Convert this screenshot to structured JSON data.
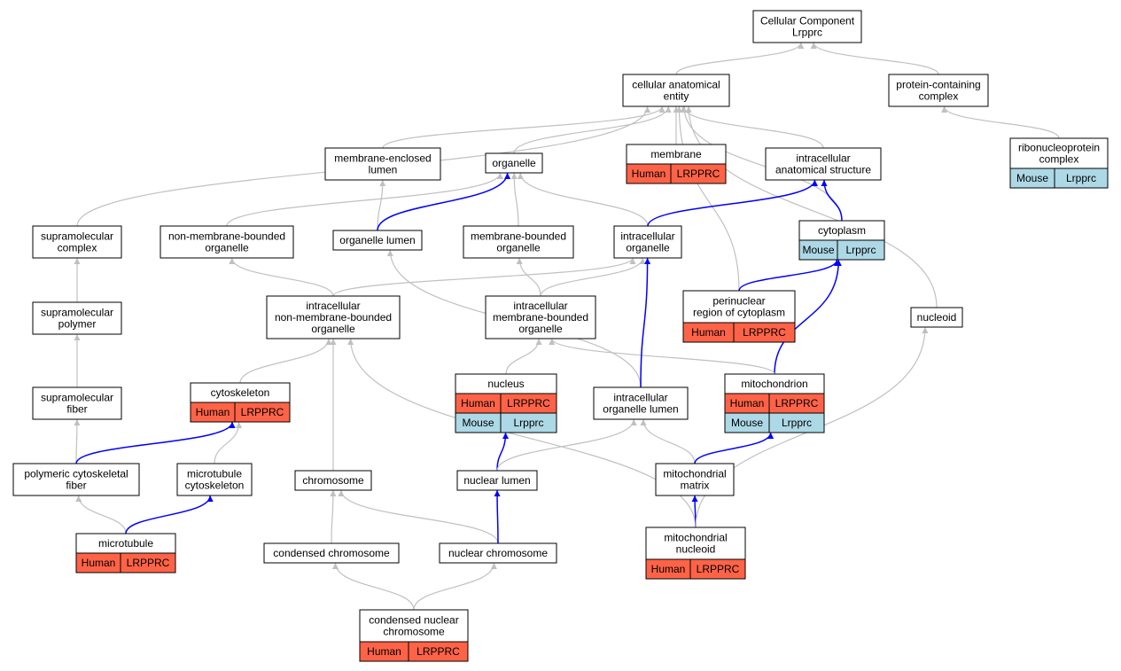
{
  "colors": {
    "human": "#ff6347",
    "mouse": "#add8e6",
    "edge_gray": "#c0c0c0",
    "edge_blue": "#0000ff"
  },
  "nodes": {
    "cc": {
      "lines": [
        "Cellular Component",
        "Lrpprc"
      ]
    },
    "cae": {
      "lines": [
        "cellular anatomical",
        "entity"
      ]
    },
    "pcc": {
      "lines": [
        "protein-containing",
        "complex"
      ]
    },
    "rnp": {
      "lines": [
        "ribonucleoprotein",
        "complex"
      ],
      "org": "Mouse",
      "gene": "Lrpprc"
    },
    "memb": {
      "lines": [
        "membrane"
      ],
      "org": "Human",
      "gene": "LRPPRC"
    },
    "mel": {
      "lines": [
        "membrane-enclosed",
        "lumen"
      ]
    },
    "org": {
      "lines": [
        "organelle"
      ]
    },
    "ias": {
      "lines": [
        "intracellular",
        "anatomical structure"
      ]
    },
    "smc": {
      "lines": [
        "supramolecular",
        "complex"
      ]
    },
    "nmbo": {
      "lines": [
        "non-membrane-bounded",
        "organelle"
      ]
    },
    "ol": {
      "lines": [
        "organelle lumen"
      ]
    },
    "mbo": {
      "lines": [
        "membrane-bounded",
        "organelle"
      ]
    },
    "io": {
      "lines": [
        "intracellular",
        "organelle"
      ]
    },
    "cyto": {
      "lines": [
        "cytoplasm"
      ],
      "org": "Mouse",
      "gene": "Lrpprc"
    },
    "smp": {
      "lines": [
        "supramolecular",
        "polymer"
      ]
    },
    "inmbo": {
      "lines": [
        "intracellular",
        "non-membrane-bounded",
        "organelle"
      ]
    },
    "imbo": {
      "lines": [
        "intracellular",
        "membrane-bounded",
        "organelle"
      ]
    },
    "peri": {
      "lines": [
        "perinuclear",
        "region of cytoplasm"
      ],
      "org": "Human",
      "gene": "LRPPRC"
    },
    "nucleoid": {
      "lines": [
        "nucleoid"
      ]
    },
    "smf": {
      "lines": [
        "supramolecular",
        "fiber"
      ]
    },
    "cysk": {
      "lines": [
        "cytoskeleton"
      ],
      "org": "Human",
      "gene": "LRPPRC"
    },
    "nucleus": {
      "lines": [
        "nucleus"
      ],
      "rows": [
        {
          "org": "Human",
          "gene": "LRPPRC"
        },
        {
          "org": "Mouse",
          "gene": "Lrpprc"
        }
      ]
    },
    "iol": {
      "lines": [
        "intracellular",
        "organelle lumen"
      ]
    },
    "mito": {
      "lines": [
        "mitochondrion"
      ],
      "rows": [
        {
          "org": "Human",
          "gene": "LRPPRC"
        },
        {
          "org": "Mouse",
          "gene": "Lrpprc"
        }
      ]
    },
    "pcf": {
      "lines": [
        "polymeric cytoskeletal",
        "fiber"
      ]
    },
    "mtc": {
      "lines": [
        "microtubule",
        "cytoskeleton"
      ]
    },
    "chrom": {
      "lines": [
        "chromosome"
      ]
    },
    "nl": {
      "lines": [
        "nuclear lumen"
      ]
    },
    "mm": {
      "lines": [
        "mitochondrial",
        "matrix"
      ]
    },
    "mt": {
      "lines": [
        "microtubule"
      ],
      "org": "Human",
      "gene": "LRPPRC"
    },
    "cchrom": {
      "lines": [
        "condensed chromosome"
      ]
    },
    "nchrom": {
      "lines": [
        "nuclear chromosome"
      ]
    },
    "mn": {
      "lines": [
        "mitochondrial",
        "nucleoid"
      ],
      "org": "Human",
      "gene": "LRPPRC"
    },
    "cnc": {
      "lines": [
        "condensed nuclear",
        "chromosome"
      ],
      "org": "Human",
      "gene": "LRPPRC"
    }
  },
  "edges": [
    [
      "cae",
      "cc",
      "gray"
    ],
    [
      "pcc",
      "cc",
      "gray"
    ],
    [
      "rnp",
      "pcc",
      "gray"
    ],
    [
      "memb",
      "cae",
      "gray"
    ],
    [
      "mel",
      "cae",
      "gray"
    ],
    [
      "org",
      "cae",
      "gray"
    ],
    [
      "ias",
      "cae",
      "gray"
    ],
    [
      "smc",
      "cae",
      "gray"
    ],
    [
      "cyto",
      "cae",
      "gray"
    ],
    [
      "peri",
      "cae",
      "gray"
    ],
    [
      "nucleoid",
      "cae",
      "gray"
    ],
    [
      "ol",
      "mel",
      "gray"
    ],
    [
      "ol",
      "org",
      "blue"
    ],
    [
      "nmbo",
      "org",
      "gray"
    ],
    [
      "mbo",
      "org",
      "gray"
    ],
    [
      "io",
      "org",
      "gray"
    ],
    [
      "io",
      "ias",
      "blue"
    ],
    [
      "cyto",
      "ias",
      "blue"
    ],
    [
      "peri",
      "cyto",
      "blue"
    ],
    [
      "mito",
      "cyto",
      "blue"
    ],
    [
      "smp",
      "smc",
      "gray"
    ],
    [
      "smf",
      "smp",
      "gray"
    ],
    [
      "pcf",
      "smf",
      "gray"
    ],
    [
      "pcf",
      "cysk",
      "blue"
    ],
    [
      "mtc",
      "cysk",
      "gray"
    ],
    [
      "mt",
      "pcf",
      "gray"
    ],
    [
      "mt",
      "mtc",
      "blue"
    ],
    [
      "inmbo",
      "nmbo",
      "gray"
    ],
    [
      "inmbo",
      "io",
      "gray"
    ],
    [
      "imbo",
      "mbo",
      "gray"
    ],
    [
      "imbo",
      "io",
      "gray"
    ],
    [
      "cysk",
      "inmbo",
      "gray"
    ],
    [
      "chrom",
      "inmbo",
      "gray"
    ],
    [
      "mn",
      "inmbo",
      "gray"
    ],
    [
      "nucleus",
      "imbo",
      "gray"
    ],
    [
      "mito",
      "imbo",
      "gray"
    ],
    [
      "iol",
      "ol",
      "gray"
    ],
    [
      "iol",
      "io",
      "blue"
    ],
    [
      "nl",
      "nucleus",
      "blue"
    ],
    [
      "nl",
      "iol",
      "gray"
    ],
    [
      "mm",
      "iol",
      "gray"
    ],
    [
      "mm",
      "mito",
      "blue"
    ],
    [
      "cchrom",
      "chrom",
      "gray"
    ],
    [
      "nchrom",
      "chrom",
      "gray"
    ],
    [
      "nchrom",
      "nl",
      "blue"
    ],
    [
      "mn",
      "mm",
      "blue"
    ],
    [
      "mn",
      "nucleoid",
      "gray"
    ],
    [
      "cnc",
      "cchrom",
      "gray"
    ],
    [
      "cnc",
      "nchrom",
      "gray"
    ]
  ]
}
